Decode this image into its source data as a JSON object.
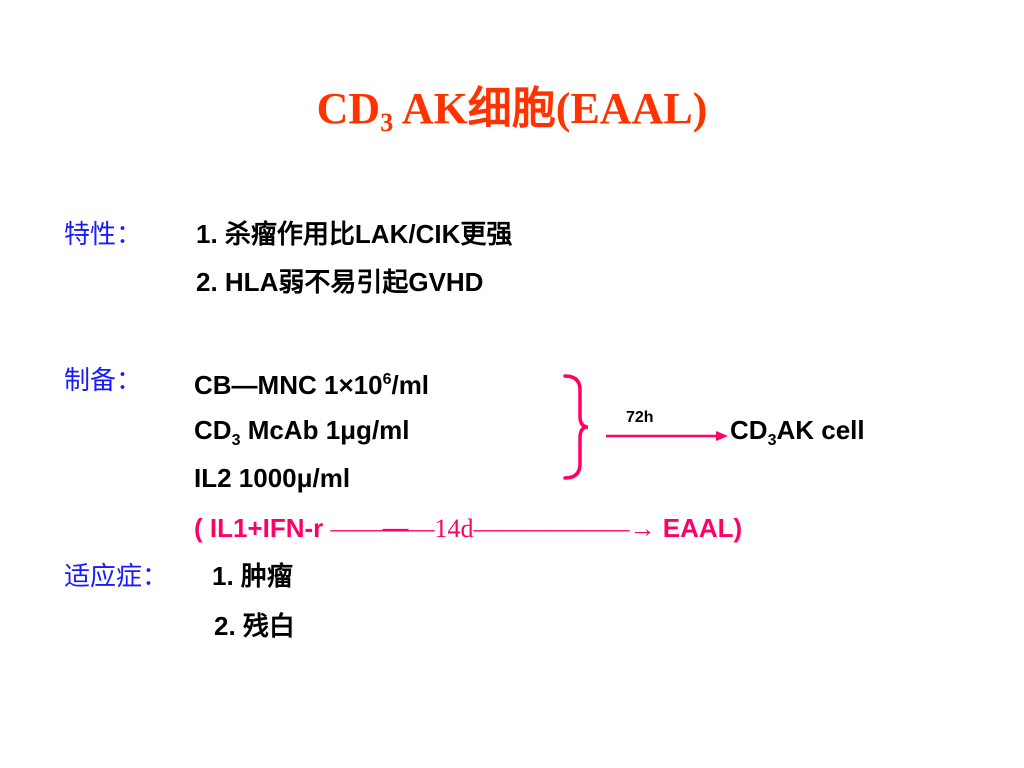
{
  "slide": {
    "title": {
      "main": "CD",
      "sub": "3",
      "rest": " AK细胞(EAAL)"
    },
    "features": {
      "label": "特性：",
      "item1": "1. 杀瘤作用比LAK/CIK更强",
      "item2": "2. HLA弱不易引起GVHD"
    },
    "preparation": {
      "label": "制备：",
      "line1_text": "CB—MNC 1×10",
      "line1_sup": "6",
      "line1_unit": "/ml",
      "line2_a": "CD",
      "line2_sub": "3",
      "line2_b": " McAb  1μg/ml",
      "line3": " IL2  1000μ/ml",
      "time_label": "72h",
      "result_a": "CD",
      "result_sub": "3",
      "result_b": "AK cell",
      "line4_a": "( IL1+IFN-r   ",
      "line4_dash": "——",
      "line4_mid": "—",
      "line4_dash2": "—14d——————",
      "line4_b": "→ EAAL)"
    },
    "indications": {
      "label": "适应症：",
      "item1": "1. 肿瘤",
      "item2": "2. 残白"
    },
    "colors": {
      "title": "#ff3300",
      "label": "#1a1aff",
      "accent": "#ff0066",
      "text": "#000000"
    }
  }
}
